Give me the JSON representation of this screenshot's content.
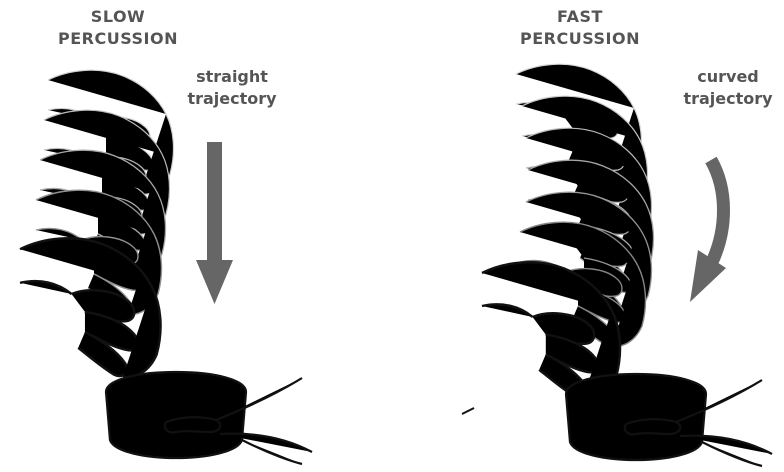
{
  "left_panel": {
    "title_line1": "SLOW",
    "title_line2": "PERCUSSION",
    "trajectory_line1": "straight",
    "trajectory_line2": "trajectory"
  },
  "right_panel": {
    "title_line1": "FAST",
    "title_line2": "PERCUSSION",
    "trajectory_line1": "curved",
    "trajectory_line2": "trajectory"
  },
  "colors": {
    "text": "#555555",
    "arrow": "#666666",
    "ink": "#111111",
    "ghost": "#9a9a9a"
  }
}
